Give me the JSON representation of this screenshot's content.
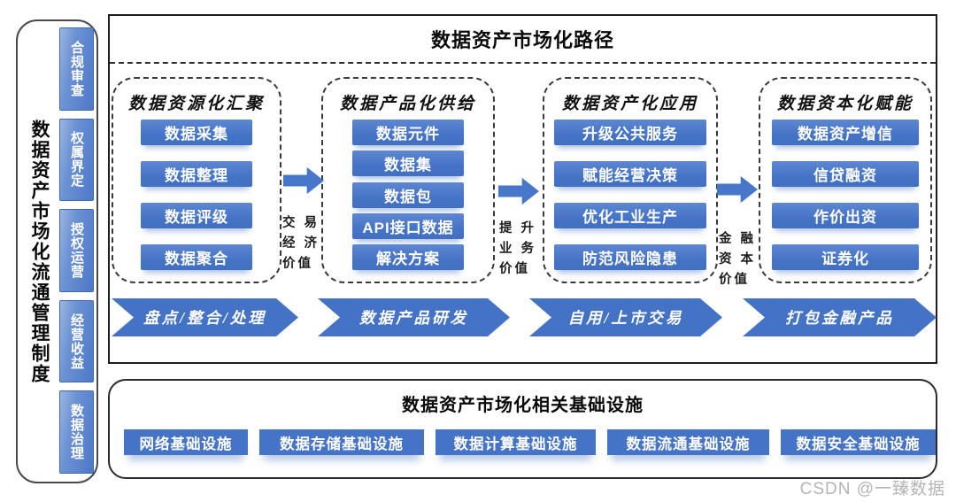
{
  "colors": {
    "primary_blue": "#4472c4",
    "button_gradient_top": "#5d87d1",
    "sidebar_gradient_light": "#9cb5e3",
    "border_dark": "#1d1d1d",
    "watermark_gray": "#b5b5b5"
  },
  "sidebar": {
    "title": "数据资产市场化流通管理制度",
    "items": [
      "合规审查",
      "权属界定",
      "授权运营",
      "经营收益",
      "数据治理"
    ]
  },
  "main": {
    "title": "数据资产市场化路径",
    "groups": [
      {
        "title": "数据资源化汇聚",
        "items": [
          "数据采集",
          "数据整理",
          "数据评级",
          "数据聚合"
        ]
      },
      {
        "title": "数据产品化供给",
        "items": [
          "数据元件",
          "数据集",
          "数据包",
          "API接口数据",
          "解决方案"
        ]
      },
      {
        "title": "数据资产化应用",
        "items": [
          "升级公共服务",
          "赋能经营决策",
          "优化工业生产",
          "防范风险隐患"
        ]
      },
      {
        "title": "数据资本化赋能",
        "items": [
          "数据资产增信",
          "信贷融资",
          "作价出资",
          "证券化"
        ]
      }
    ],
    "connectors": [
      {
        "label": "交 易\n经 济\n价值"
      },
      {
        "label": "提 升\n业 务\n价值"
      },
      {
        "label": "金 融\n资 本\n价值"
      }
    ],
    "stages": [
      "盘点/整合/处理",
      "数据产品研发",
      "自用/上市交易",
      "打包金融产品"
    ]
  },
  "infrastructure": {
    "title": "数据资产市场化相关基础设施",
    "items": [
      "网络基础设施",
      "数据存储基础设施",
      "数据计算基础设施",
      "数据流通基础设施",
      "数据安全基础设施"
    ]
  },
  "watermark": {
    "text": "CSDN @一臻数据"
  }
}
